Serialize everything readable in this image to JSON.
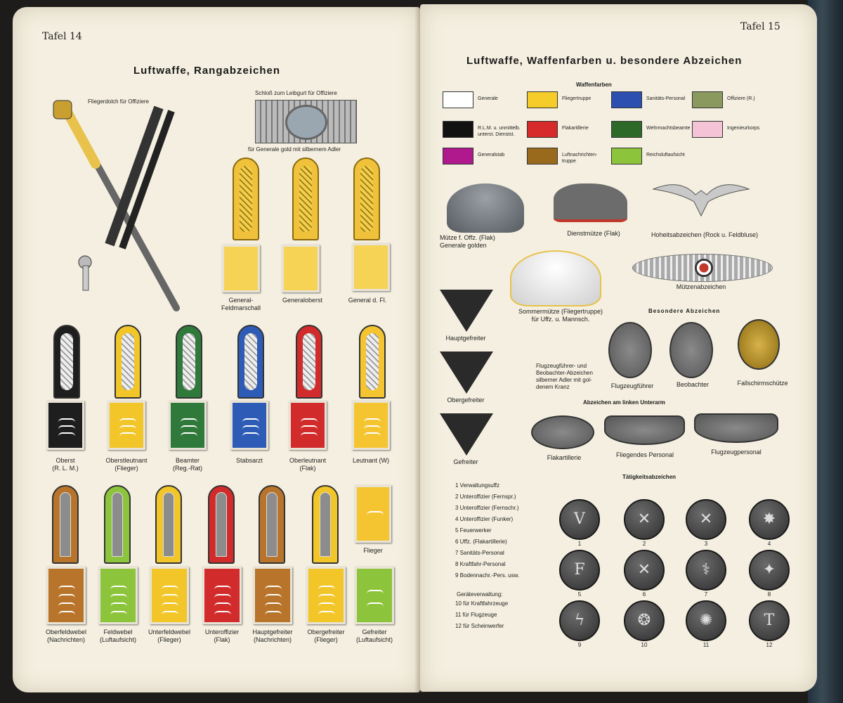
{
  "left_page": {
    "plate": "Tafel 14",
    "title": "Luftwaffe, Rangabzeichen",
    "dagger_label": "Fliegerdolch für Offiziere",
    "buckle_label": "Schloß zum Leibgurt für Offiziere",
    "buckle_sub": "für Generale gold mit silbernem Adler",
    "generals": [
      {
        "label": "General-\nFeldmarschall"
      },
      {
        "label": "Generaloberst"
      },
      {
        "label": "General d. Fl."
      }
    ],
    "officers": [
      {
        "label": "Oberst\n(R. L. M.)",
        "color": "#1e1e1e"
      },
      {
        "label": "Oberstleutnant\n(Flieger)",
        "color": "#f2c528"
      },
      {
        "label": "Beamter\n(Reg.-Rat)",
        "color": "#2f7a3a"
      },
      {
        "label": "Stabsarzt",
        "color": "#2e5bb5"
      },
      {
        "label": "Oberleutnant\n(Flak)",
        "color": "#d22b2b"
      },
      {
        "label": "Leutnant (W)",
        "color": "#f5c531"
      }
    ],
    "ncos": [
      {
        "label": "Oberfeldwebel\n(Nachrichten)",
        "color": "#b8742a"
      },
      {
        "label": "Feldwebel\n(Luftaufsicht)",
        "color": "#8cc43c"
      },
      {
        "label": "Unterfeldwebel\n(Flieger)",
        "color": "#f2c528"
      },
      {
        "label": "Unteroffizier\n(Flak)",
        "color": "#d22b2b"
      },
      {
        "label": "Hauptgefreiter\n(Nachrichten)",
        "color": "#b8742a"
      },
      {
        "label": "Obergefreiter\n(Flieger)",
        "color": "#f2c528"
      },
      {
        "label": "Gefreiter\n(Luftaufsicht)",
        "color": "#8cc43c"
      }
    ],
    "flieger_label": "Flieger"
  },
  "right_page": {
    "plate": "Tafel 15",
    "title": "Luftwaffe, Waffenfarben u. besondere Abzeichen",
    "waffenfarben_title": "Waffenfarben",
    "swatches": [
      {
        "label": "Generale",
        "color": "#ffffff"
      },
      {
        "label": "Fliegertruppe",
        "color": "#f5cc2a"
      },
      {
        "label": "Sanitäts-Personal",
        "color": "#2c4fb0"
      },
      {
        "label": "Offiziere (R.)",
        "color": "#8a9a5e"
      },
      {
        "label": "R.L.M. u. unmittelb.\nunterst. Dienstst.",
        "color": "#111111"
      },
      {
        "label": "Flakartillerie",
        "color": "#d72a2a"
      },
      {
        "label": "Wehrmachtsbeamte",
        "color": "#2d6a2a"
      },
      {
        "label": "Ingenieurkorps",
        "color": "#f4c4d6"
      },
      {
        "label": "Generalstab",
        "color": "#b0188e"
      },
      {
        "label": "Luftnachrichten-\ntruppe",
        "color": "#9a6a1c"
      },
      {
        "label": "Reichsluftaufsicht",
        "color": "#8cc43c"
      }
    ],
    "mutze_label": "Mütze f. Offz. (Flak)\nGenerale golden",
    "dienst_label": "Dienstmütze (Flak)",
    "hoheits_label": "Hoheitsabzeichen (Rock u. Feldbluse)",
    "sommer_label": "Sommermütze (Fliegertruppe)\nfür Uffz. u. Mannsch.",
    "mutzenabz_label": "Mützenabzeichen",
    "chevrons": [
      "Hauptgefreiter",
      "Obergefreiter",
      "Gefreiter"
    ],
    "besondere_title": "Besondere Abzeichen",
    "flugzeug_text": "Flugzeugführer- und\nBeobachter-Abzeichen\nsilberner Adler mit gol-\ndenem Kranz",
    "badges": [
      "Flugzeugführer",
      "Beobachter",
      "Fallschirmschütze"
    ],
    "unterarm_title": "Abzeichen am linken Unterarm",
    "unterarm": [
      "Flakartillerie",
      "Fliegendes Personal",
      "Flugzeugpersonal"
    ],
    "taetigkeit_title": "Tätigkeitsabzeichen",
    "taetigkeit_list": [
      "1 Verwaltungsuffz",
      "2 Unteroffizier (Fernspr.)",
      "3 Unteroffizier (Fernschr.)",
      "4 Unteroffizier (Funker)",
      "5 Feuerwerker",
      "6 Uffz. (Flakartillerie)",
      "7 Sanitäts-Personal",
      "8 Kraftfahr-Personal",
      "9 Bodennachr.-Pers. usw."
    ],
    "geraete_title": "Geräteverwaltung:",
    "geraete_list": [
      "10 für Kraftfahrzeuge",
      "11 für Flugzeuge",
      "12 für Scheinwerfer"
    ],
    "disc_numbers": [
      "1",
      "2",
      "3",
      "4",
      "5",
      "6",
      "7",
      "8",
      "9",
      "10",
      "11",
      "12"
    ],
    "disc_glyphs": [
      "V",
      "✕",
      "✕",
      "✸",
      "F",
      "✕",
      "⚕",
      "✦",
      "ϟ",
      "❂",
      "✺",
      "T"
    ]
  }
}
